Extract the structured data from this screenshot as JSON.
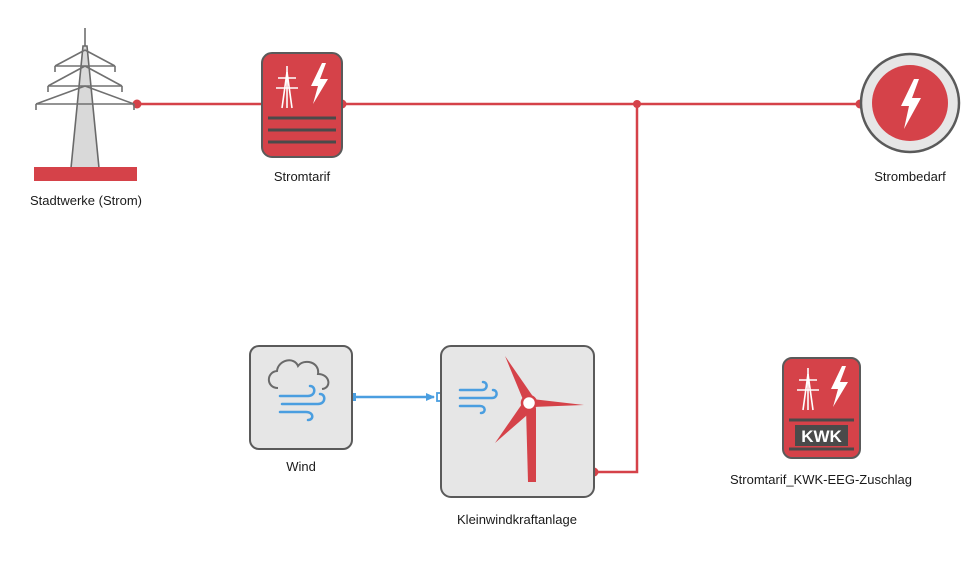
{
  "colors": {
    "power_line": "#d54249",
    "node_red": "#d54249",
    "wind_flow": "#4a9ee0",
    "node_gray_fill": "#e6e6e6",
    "node_border": "#5a5a5a"
  },
  "nodes": {
    "stadtwerke": {
      "label": "Stadtwerke (Strom)",
      "icon": "power-pylon-icon"
    },
    "stromtarif": {
      "label": "Stromtarif",
      "icon": "tariff-icon"
    },
    "strombedarf": {
      "label": "Strombedarf",
      "icon": "lightning-demand-icon"
    },
    "wind": {
      "label": "Wind",
      "icon": "cloud-wind-icon"
    },
    "kleinwind": {
      "label": "Kleinwindkraftanlage",
      "icon": "wind-turbine-icon"
    },
    "kwk_tarif": {
      "label": "Stromtarif_KWK-EEG-Zuschlag",
      "icon": "kwk-tariff-icon",
      "badge": "KWK"
    }
  }
}
